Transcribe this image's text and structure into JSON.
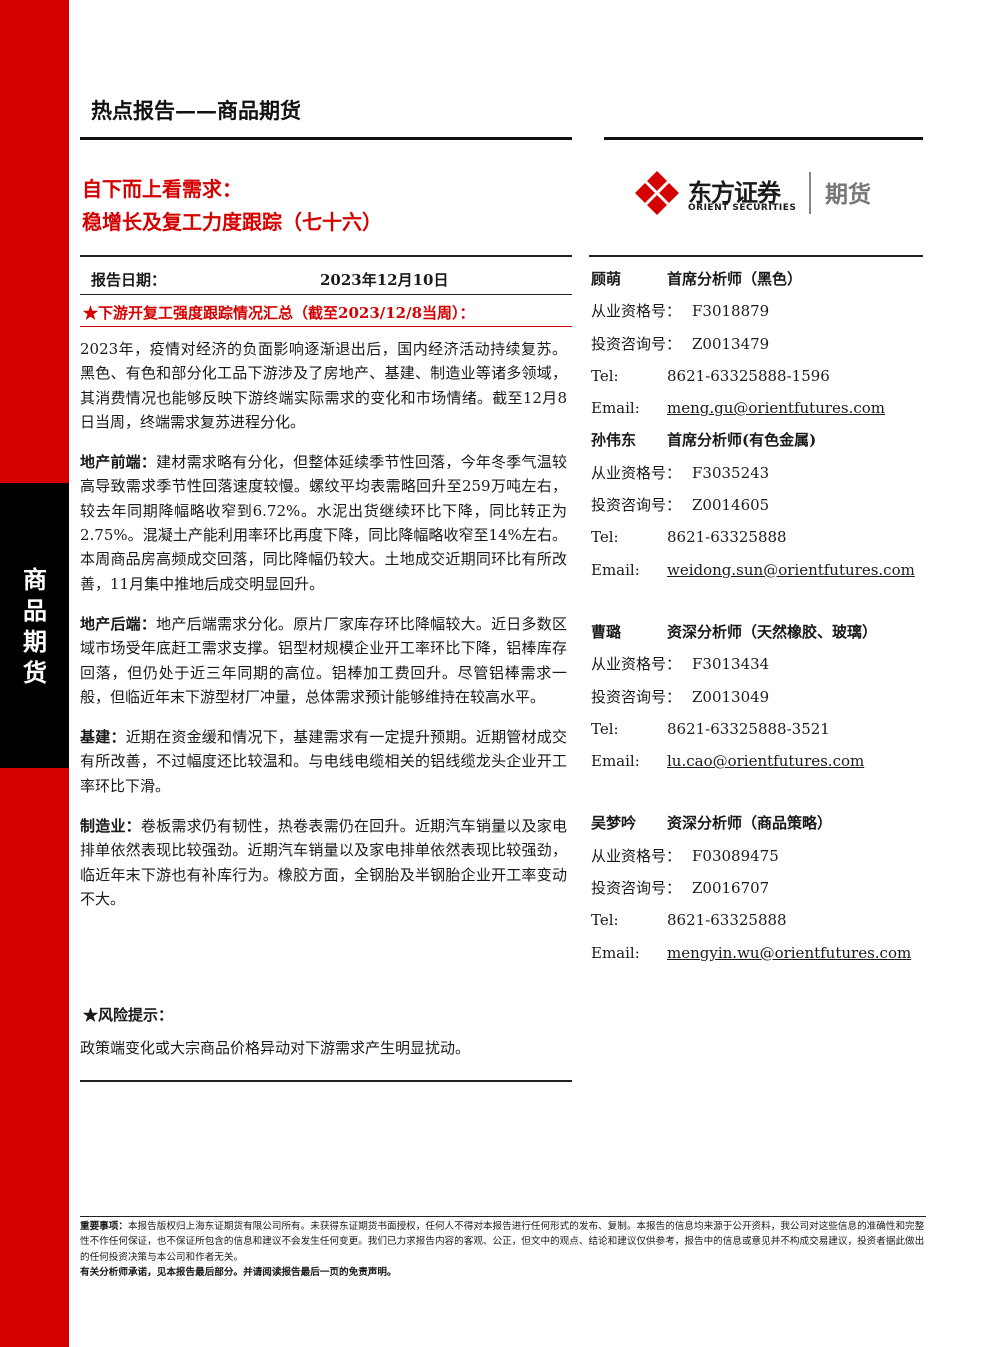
{
  "sidebar": {
    "label_chars": [
      "商",
      "品",
      "期",
      "货"
    ]
  },
  "header": {
    "report_type": "热点报告——商品期货"
  },
  "title": {
    "line1": "自下而上看需求：",
    "line2": "稳增长及复工力度跟踪（七十六）"
  },
  "logo": {
    "cn": "东方证券",
    "en": "ORIENT SECURITIES",
    "suffix": "期货",
    "brand_color": "#d50000"
  },
  "report_date": {
    "label": "报告日期：",
    "value": "2023年12月10日"
  },
  "summary": {
    "title": "★下游开复工强度跟踪情况汇总（截至2023/12/8当周）："
  },
  "paragraphs": [
    {
      "lead": "",
      "text": "2023年，疫情对经济的负面影响逐渐退出后，国内经济活动持续复苏。黑色、有色和部分化工品下游涉及了房地产、基建、制造业等诸多领域，其消费情况也能够反映下游终端实际需求的变化和市场情绪。截至12月8日当周，终端需求复苏进程分化。"
    },
    {
      "lead": "地产前端：",
      "text": "建材需求略有分化，但整体延续季节性回落，今年冬季气温较高导致需求季节性回落速度较慢。螺纹平均表需略回升至259万吨左右，较去年同期降幅略收窄到6.72%。水泥出货继续环比下降，同比转正为2.75%。混凝土产能利用率环比再度下降，同比降幅略收窄至14%左右。本周商品房高频成交回落，同比降幅仍较大。土地成交近期同环比有所改善，11月集中推地后成交明显回升。"
    },
    {
      "lead": "地产后端：",
      "text": "地产后端需求分化。原片厂家库存环比降幅较大。近日多数区域市场受年底赶工需求支撑。铝型材规模企业开工率环比下降，铝棒库存回落，但仍处于近三年同期的高位。铝棒加工费回升。尽管铝棒需求一般，但临近年末下游型材厂冲量，总体需求预计能够维持在较高水平。"
    },
    {
      "lead": "基建：",
      "text": "近期在资金缓和情况下，基建需求有一定提升预期。近期管材成交有所改善，不过幅度还比较温和。与电线电缆相关的铝线缆龙头企业开工率环比下滑。"
    },
    {
      "lead": "制造业：",
      "text": "卷板需求仍有韧性，热卷表需仍在回升。近期汽车销量以及家电排单依然表现比较强劲。近期汽车销量以及家电排单依然表现比较强劲，临近年末下游也有补库行为。橡胶方面，全钢胎及半钢胎企业开工率变动不大。"
    }
  ],
  "risk": {
    "title": "★风险提示：",
    "text": "政策端变化或大宗商品价格异动对下游需求产生明显扰动。"
  },
  "analysts": [
    {
      "name": "顾萌",
      "title": "首席分析师（黑色）",
      "license_label": "从业资格号：",
      "license": "F3018879",
      "consult_label": "投资咨询号：",
      "consult": "Z0013479",
      "tel_label": "Tel:",
      "tel": "8621-63325888-1596",
      "email_label": "Email:",
      "email": "meng.gu@orientfutures.com"
    },
    {
      "name": "孙伟东",
      "title": "首席分析师(有色金属)",
      "license_label": "从业资格号：",
      "license": "F3035243",
      "consult_label": "投资咨询号：",
      "consult": "Z0014605",
      "tel_label": "Tel:",
      "tel": "8621-63325888",
      "email_label": "Email:",
      "email": "weidong.sun@orientfutures.com"
    },
    {
      "name": "曹璐",
      "title": "资深分析师（天然橡胶、玻璃）",
      "license_label": "从业资格号：",
      "license": "F3013434",
      "consult_label": "投资咨询号：",
      "consult": "Z0013049",
      "tel_label": "Tel:",
      "tel": "8621-63325888-3521",
      "email_label": "Email:",
      "email": "lu.cao@orientfutures.com"
    },
    {
      "name": "吴梦吟",
      "title": "资深分析师（商品策略）",
      "license_label": "从业资格号：",
      "license": "F03089475",
      "consult_label": "投资咨询号：",
      "consult": "Z0016707",
      "tel_label": "Tel:",
      "tel": "8621-63325888",
      "email_label": "Email:",
      "email": "mengyin.wu@orientfutures.com"
    }
  ],
  "footer": {
    "notice_lead": "重要事项：",
    "notice_text": "本报告版权归上海东证期货有限公司所有。未获得东证期货书面授权，任何人不得对本报告进行任何形式的发布、复制。本报告的信息均来源于公开资料，我公司对这些信息的准确性和完整性不作任何保证，也不保证所包含的信息和建议不会发生任何变更。我们已力求报告内容的客观、公正，但文中的观点、结论和建议仅供参考，报告中的信息或意见并不构成交易建议，投资者据此做出的任何投资决策与本公司和作者无关。",
    "commitment": "有关分析师承诺，见本报告最后部分。并请阅读报告最后一页的免责声明。"
  }
}
